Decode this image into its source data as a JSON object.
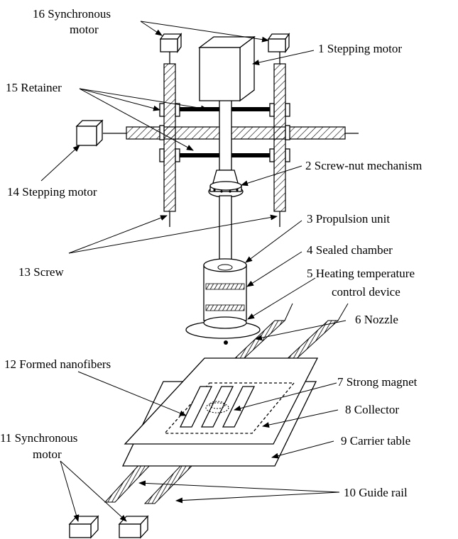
{
  "labels": {
    "l1": "1 Stepping motor",
    "l2": "2 Screw-nut mechanism",
    "l3": "3 Propulsion unit",
    "l4": "4 Sealed chamber",
    "l5a": "5 Heating temperature",
    "l5b": "control device",
    "l6": "6 Nozzle",
    "l7": "7 Strong magnet",
    "l8": "8 Collector",
    "l9": "9 Carrier table",
    "l10": "10 Guide rail",
    "l11a": "11 Synchronous",
    "l11b": "motor",
    "l12": "12 Formed nanofibers",
    "l13": "13 Screw",
    "l14": "14 Stepping motor",
    "l15": "15 Retainer",
    "l16a": "16 Synchronous",
    "l16b": "motor"
  }
}
